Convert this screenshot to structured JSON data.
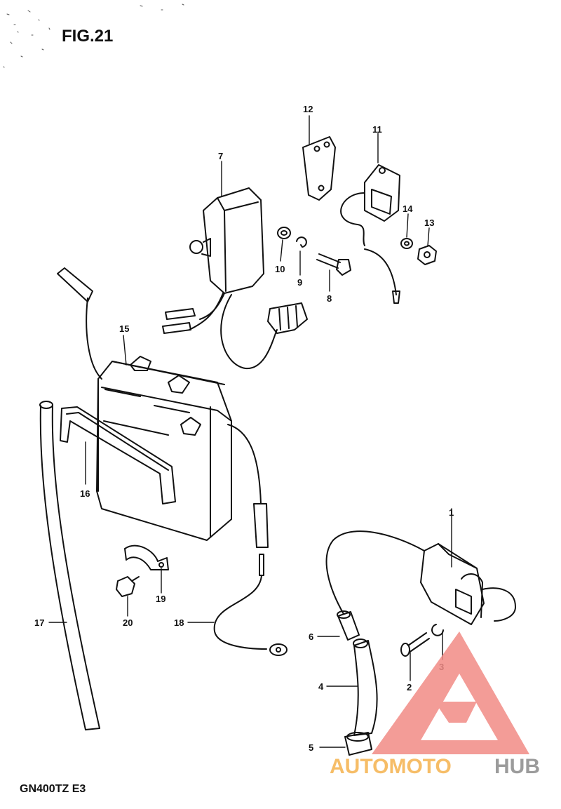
{
  "figure": {
    "title": "FIG.21",
    "model": "GN400TZ E3"
  },
  "callouts": [
    "1",
    "2",
    "3",
    "4",
    "5",
    "6",
    "7",
    "8",
    "9",
    "10",
    "11",
    "12",
    "13",
    "14",
    "15",
    "16",
    "17",
    "18",
    "19",
    "20"
  ],
  "watermark": {
    "text_left": "AUTOMOTO",
    "text_right": "HUB",
    "color_red": "#f28b86",
    "color_orange": "#f5b24d",
    "color_grey": "#8a8a8a"
  }
}
